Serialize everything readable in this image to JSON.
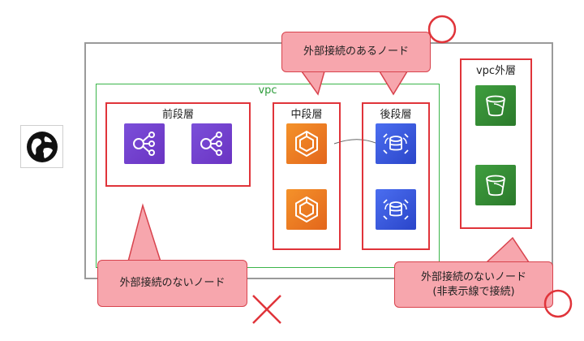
{
  "diagram": {
    "vpc_label": "vpc",
    "groups": {
      "front": "前段層",
      "middle": "中段層",
      "back": "後段層",
      "outside": "vpc外層"
    },
    "callouts": {
      "top": "外部接続のあるノード",
      "bottom_left": "外部接続のないノード",
      "bottom_right_line1": "外部接続のないノード",
      "bottom_right_line2": "(非表示線で接続)"
    },
    "icons": {
      "internet": "globe-icon",
      "front": "load-balancer-icon",
      "middle": "ecs-container-icon",
      "back": "database-icon",
      "outside": "s3-bucket-icon"
    },
    "colors": {
      "highlight": "#e0343a",
      "vpc_border": "#3bb54a",
      "callout_fill": "#f7a6ad"
    }
  }
}
